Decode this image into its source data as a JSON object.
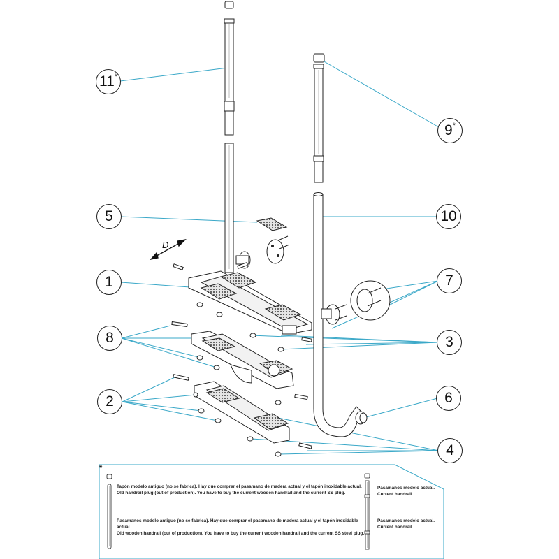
{
  "callouts": [
    {
      "id": "11",
      "label": "11",
      "sup": "*"
    },
    {
      "id": "9",
      "label": "9",
      "sup": "*"
    },
    {
      "id": "5",
      "label": "5",
      "sup": ""
    },
    {
      "id": "10",
      "label": "10",
      "sup": ""
    },
    {
      "id": "1",
      "label": "1",
      "sup": ""
    },
    {
      "id": "7",
      "label": "7",
      "sup": ""
    },
    {
      "id": "8",
      "label": "8",
      "sup": ""
    },
    {
      "id": "3",
      "label": "3",
      "sup": ""
    },
    {
      "id": "2",
      "label": "2",
      "sup": ""
    },
    {
      "id": "6",
      "label": "6",
      "sup": ""
    },
    {
      "id": "4",
      "label": "4",
      "sup": ""
    }
  ],
  "dimension_label": "D",
  "legend": {
    "star": "*",
    "old_plug_es": "Tapón modelo antiguo (no se fabrica). Hay que comprar el pasamano de madera actual y el tapón inoxidable actual.",
    "old_plug_en": "Old handrail plug (out of production). You have to buy the current wooden handrail and the current SS plug.",
    "old_handrail_es": "Pasamanos modelo antiguo (no se fabrica). Hay que comprar el pasamano de madera actual y el tapón inoxidable actual.",
    "old_handrail_en": "Old wooden handrail (out of production). You have to buy the current wooden handrail and the current SS steel plug.",
    "current_top_es": "Pasamanos modelo actual.",
    "current_top_en": "Current handrail.",
    "current_bottom_es": "Pasamanos modelo actual.",
    "current_bottom_en": "Current handrail."
  },
  "colors": {
    "line": "#222222",
    "leader": "#3aa8c8",
    "tread": "#cfcfcf"
  }
}
